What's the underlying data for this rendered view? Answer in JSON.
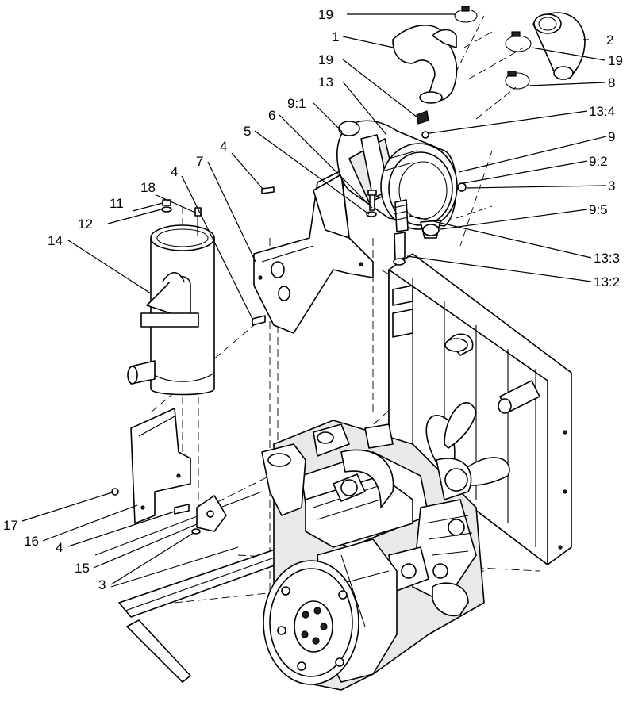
{
  "callouts": [
    {
      "id": "c19a",
      "text": "19"
    },
    {
      "id": "c1",
      "text": "1"
    },
    {
      "id": "c19b",
      "text": "19"
    },
    {
      "id": "c13",
      "text": "13"
    },
    {
      "id": "c9_1",
      "text": "9:1"
    },
    {
      "id": "c6",
      "text": "6"
    },
    {
      "id": "c5",
      "text": "5"
    },
    {
      "id": "c4a",
      "text": "4"
    },
    {
      "id": "c7",
      "text": "7"
    },
    {
      "id": "c4b",
      "text": "4"
    },
    {
      "id": "c18",
      "text": "18"
    },
    {
      "id": "c11",
      "text": "11"
    },
    {
      "id": "c12",
      "text": "12"
    },
    {
      "id": "c14",
      "text": "14"
    },
    {
      "id": "c2",
      "text": "2"
    },
    {
      "id": "c19c",
      "text": "19"
    },
    {
      "id": "c8",
      "text": "8"
    },
    {
      "id": "c13_4",
      "text": "13:4"
    },
    {
      "id": "c9",
      "text": "9"
    },
    {
      "id": "c9_2",
      "text": "9:2"
    },
    {
      "id": "c3a",
      "text": "3"
    },
    {
      "id": "c9_5",
      "text": "9:5"
    },
    {
      "id": "c13_3",
      "text": "13:3"
    },
    {
      "id": "c13_2",
      "text": "13:2"
    },
    {
      "id": "c17",
      "text": "17"
    },
    {
      "id": "c16",
      "text": "16"
    },
    {
      "id": "c4c",
      "text": "4"
    },
    {
      "id": "c15",
      "text": "15"
    },
    {
      "id": "c3b",
      "text": "3"
    }
  ]
}
